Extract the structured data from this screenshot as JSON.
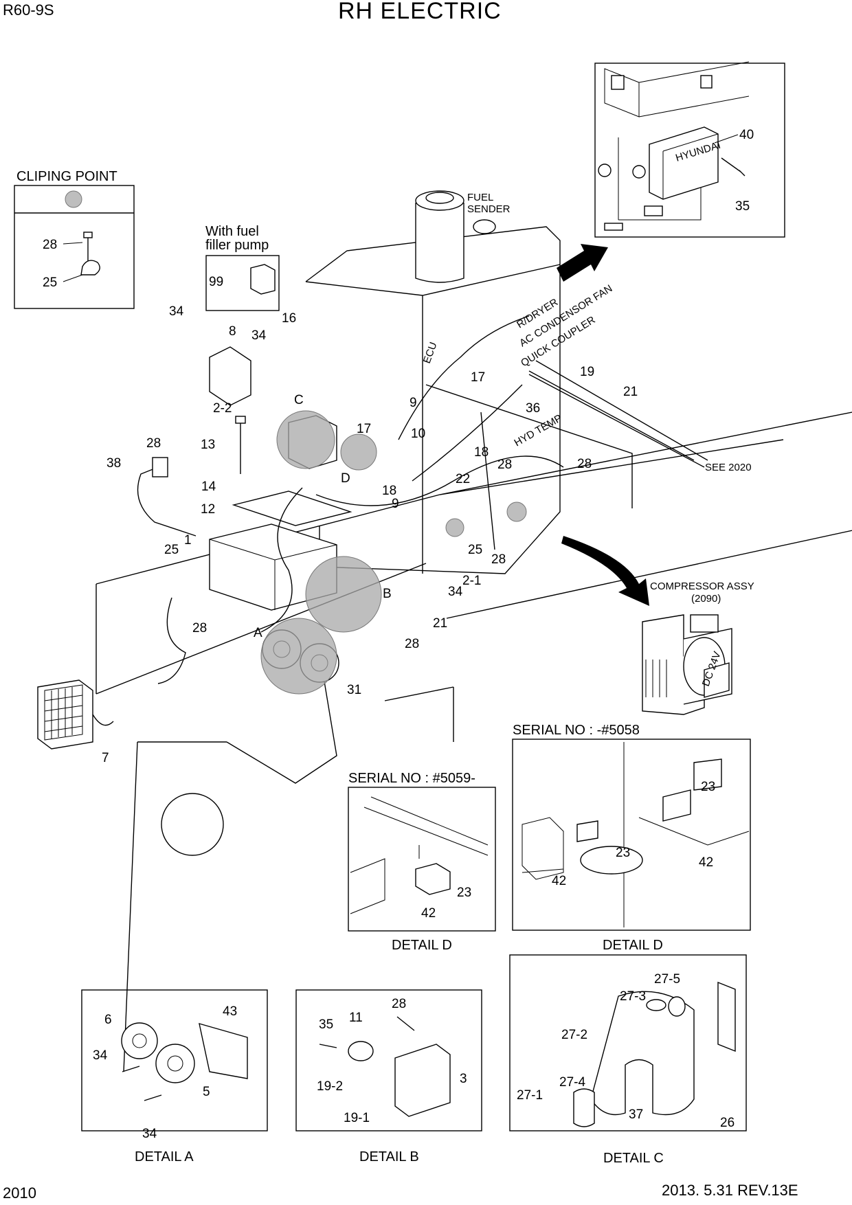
{
  "header": {
    "model": "R60-9S",
    "title": "RH ELECTRIC"
  },
  "footer": {
    "page_number": "2010",
    "revision": "2013. 5.31  REV.13E"
  },
  "legend": {
    "title": "CLIPING POINT",
    "parts": [
      "28",
      "25"
    ]
  },
  "main_labels": {
    "fuel_filler_pump": [
      "With fuel",
      "filler pump"
    ],
    "fuel_sender": [
      "FUEL",
      "SENDER"
    ],
    "ecu": "ECU",
    "r_dryer": "R/DRYER",
    "ac_condensor_fan": "AC CONDENSOR FAN",
    "quick_coupler": "QUICK COUPLER",
    "hyd_temp": "HYD TEMP",
    "see_2020": "SEE 2020",
    "compressor_assy": [
      "COMPRESSOR ASSY",
      "(2090)"
    ],
    "detail_markers": [
      "A",
      "B",
      "C",
      "D"
    ],
    "callouts": [
      "34",
      "8",
      "34",
      "16",
      "2-2",
      "13",
      "28",
      "38",
      "14",
      "12",
      "1",
      "25",
      "28",
      "99",
      "17",
      "9",
      "10",
      "17",
      "18",
      "28",
      "36",
      "19",
      "21",
      "28",
      "18",
      "9",
      "22",
      "25",
      "28",
      "2-1",
      "34",
      "21",
      "28",
      "31",
      "7"
    ]
  },
  "inset_top": {
    "callouts": [
      "40",
      "35"
    ],
    "brand": "HYUNDAI"
  },
  "details": {
    "serial_1": {
      "heading": "SERIAL NO : -#5058",
      "caption": "DETAIL D",
      "callouts": [
        "23",
        "23",
        "42",
        "42"
      ]
    },
    "serial_2": {
      "heading": "SERIAL NO : #5059-",
      "caption": "DETAIL D",
      "callouts": [
        "23",
        "42"
      ]
    },
    "detail_a": {
      "caption": "DETAIL A",
      "callouts": [
        "6",
        "43",
        "34",
        "5",
        "34"
      ]
    },
    "detail_b": {
      "caption": "DETAIL B",
      "callouts": [
        "28",
        "35",
        "11",
        "3",
        "19-2",
        "19-1"
      ]
    },
    "detail_c": {
      "caption": "DETAIL C",
      "callouts": [
        "27-3",
        "27-5",
        "27-2",
        "27-4",
        "27-1",
        "37",
        "26"
      ]
    }
  },
  "compressor_badge": "DC 24V"
}
